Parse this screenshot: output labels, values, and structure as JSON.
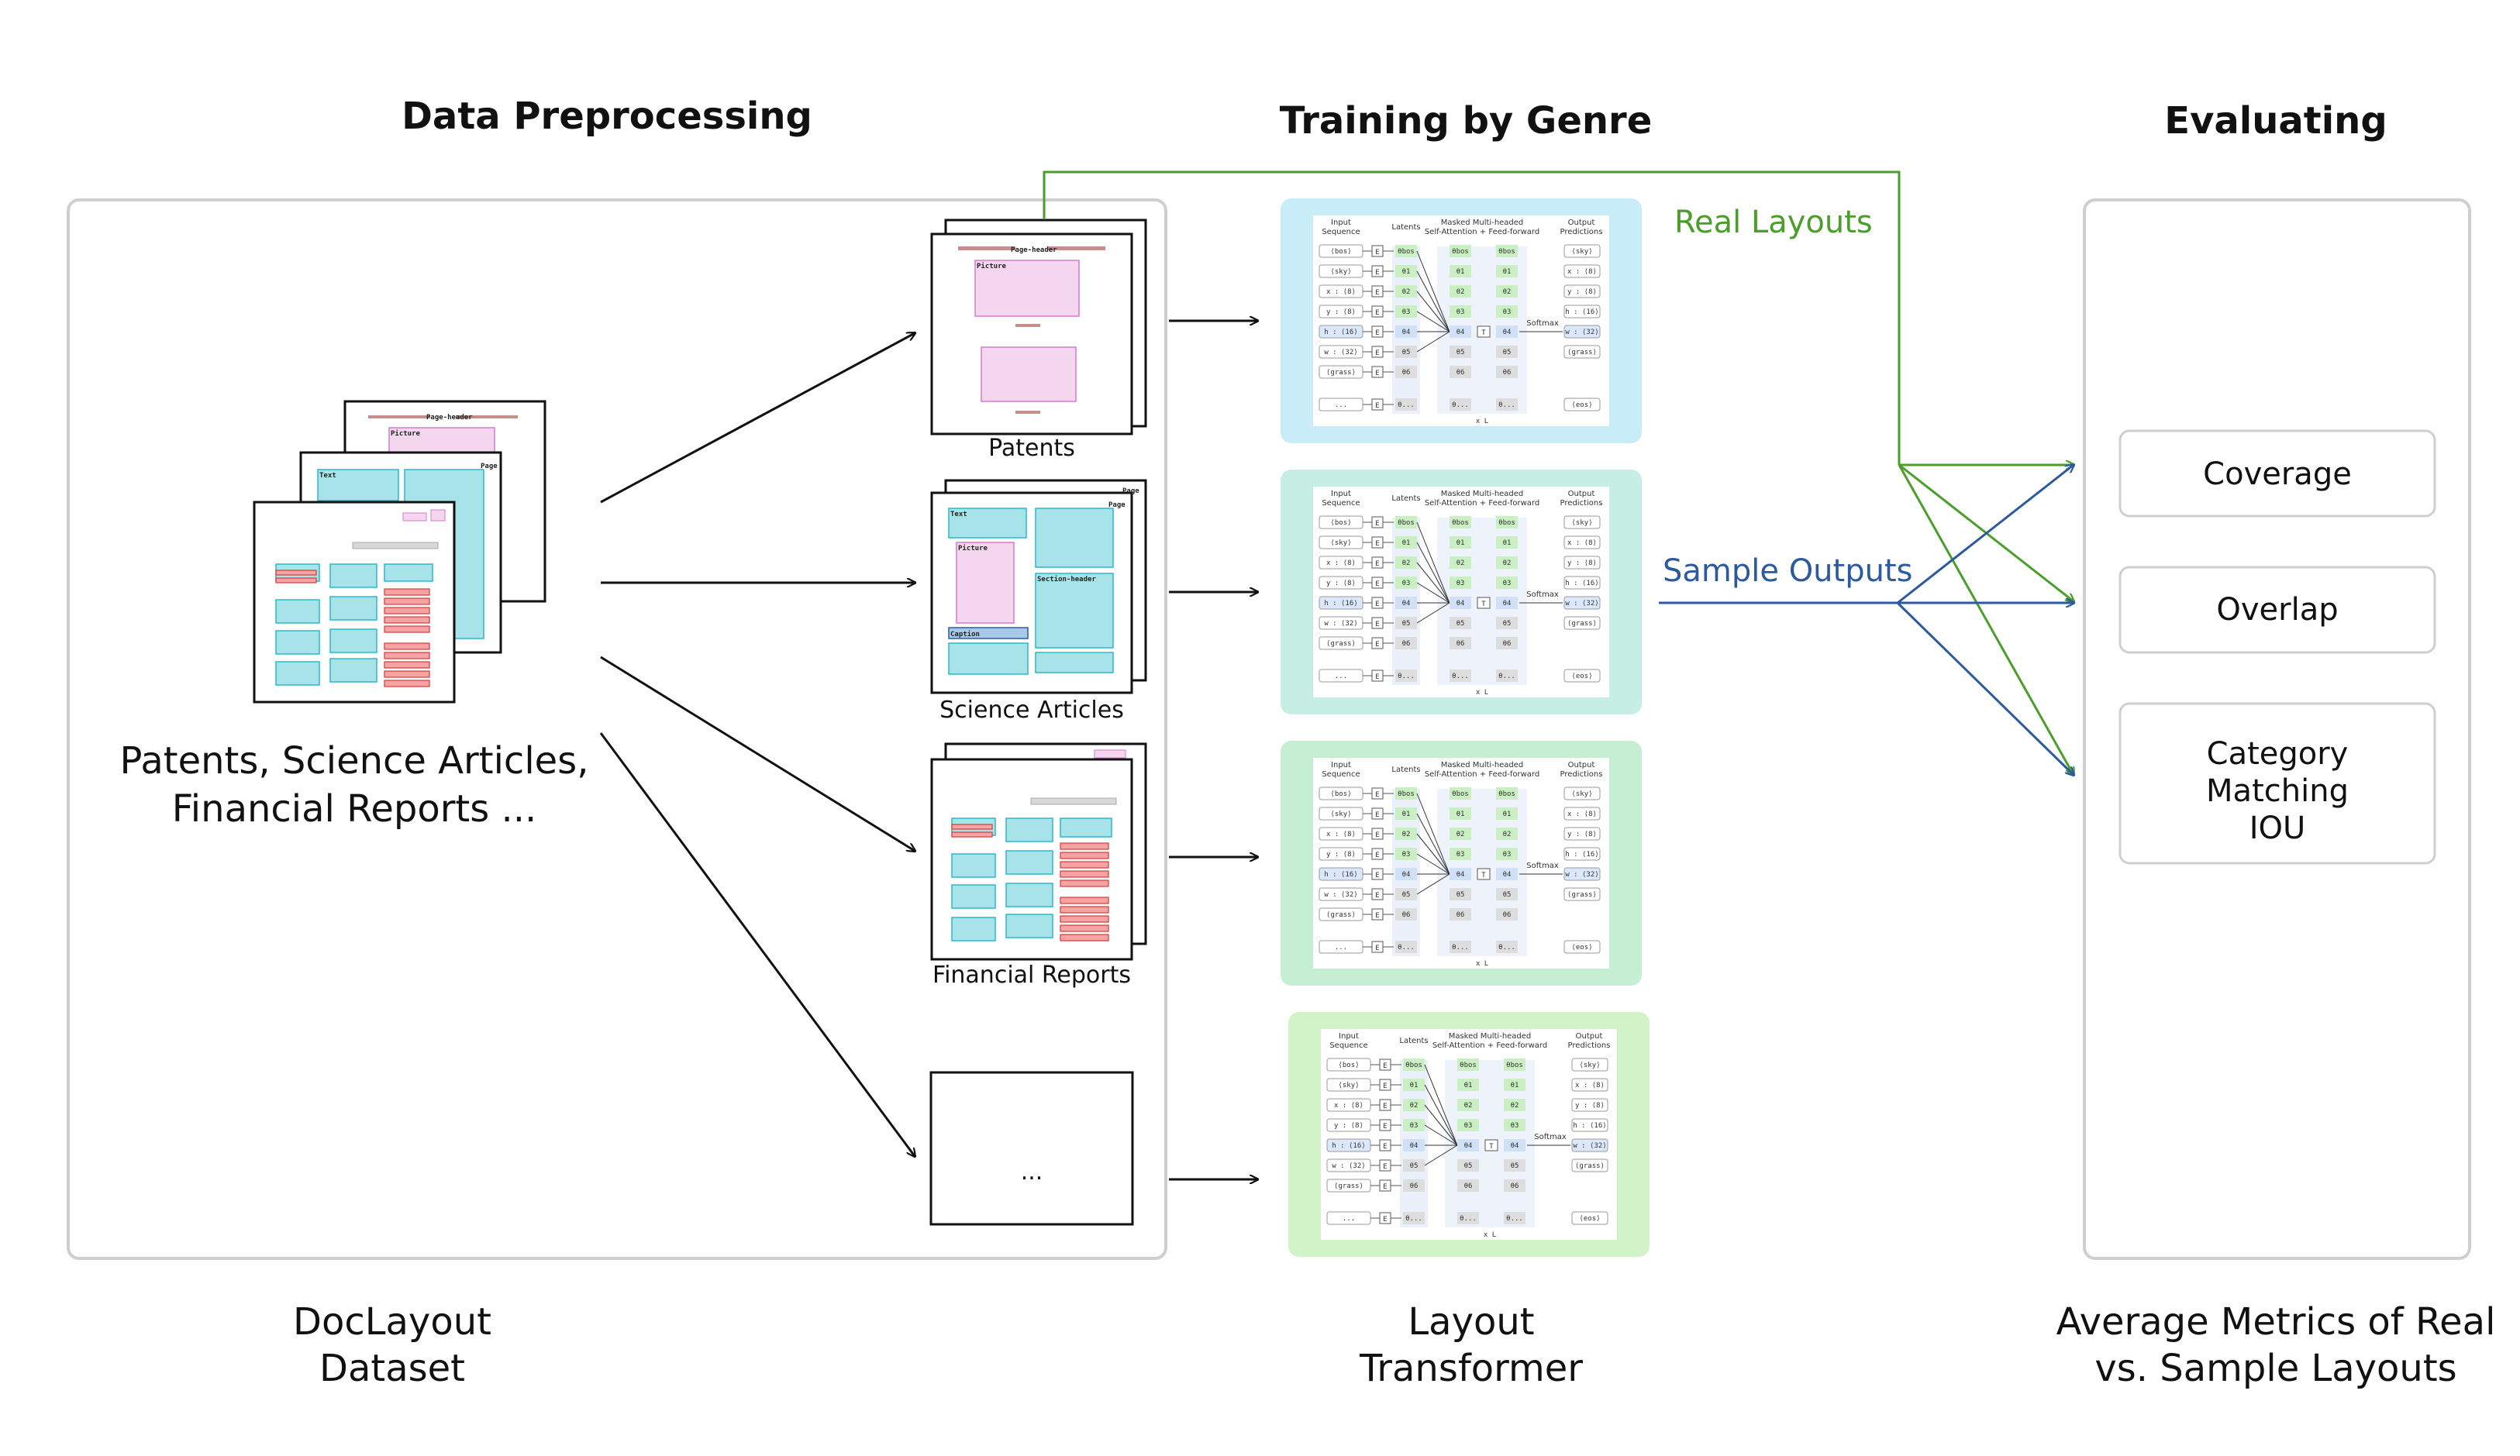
{
  "sections": {
    "preprocessing_title": "Data Preprocessing",
    "training_title": "Training by Genre",
    "evaluating_title": "Evaluating"
  },
  "dataset": {
    "genres_text_line1": "Patents, Science Articles,",
    "genres_text_line2": "Financial Reports ...",
    "caption_line1": "DocLayout",
    "caption_line2": "Dataset"
  },
  "genres": [
    {
      "name": "Patents"
    },
    {
      "name": "Science Articles"
    },
    {
      "name": "Financial Reports"
    },
    {
      "name": "..."
    }
  ],
  "doc_tags": {
    "page_header": "Page-header",
    "picture": "Picture",
    "text": "Text",
    "page": "Page",
    "section_header": "Section-header",
    "caption": "Caption"
  },
  "transformer": {
    "caption_line1": "Layout",
    "caption_line2": "Transformer",
    "input_header_1": "Input",
    "input_header_2": "Sequence",
    "latents_header": "Latents",
    "attn_header_1": "Masked Multi-headed",
    "attn_header_2": "Self-Attention + Feed-forward",
    "output_header_1": "Output",
    "output_header_2": "Predictions",
    "softmax": "Softmax",
    "inputs": [
      "⟨bos⟩",
      "⟨sky⟩",
      "x : ⟨8⟩",
      "y : ⟨8⟩",
      "h : ⟨16⟩",
      "w : ⟨32⟩",
      "⟨grass⟩",
      "..."
    ],
    "latents": [
      "θbos",
      "θ1",
      "θ2",
      "θ3",
      "θ4",
      "θ5",
      "θ6",
      "θ..."
    ],
    "outputs": [
      "⟨sky⟩",
      "x : ⟨8⟩",
      "y : ⟨8⟩",
      "h : ⟨16⟩",
      "w : ⟨32⟩",
      "⟨grass⟩",
      "⟨eos⟩"
    ],
    "embed_symbol": "E",
    "tau_symbol": "T",
    "bottom_note": "x  L"
  },
  "flows": {
    "real_label": "Real Layouts",
    "sample_label": "Sample Outputs"
  },
  "metrics": {
    "items": [
      {
        "lines": [
          "Coverage"
        ]
      },
      {
        "lines": [
          "Overlap"
        ]
      },
      {
        "lines": [
          "Category",
          "Matching",
          "IOU"
        ]
      }
    ],
    "caption_line1": "Average Metrics of Real",
    "caption_line2": "vs. Sample Layouts"
  },
  "colors": {
    "green": "#4a9e2a",
    "blue": "#2c5aa0",
    "panel_border": "#cfcfcf",
    "tf_bg_1": "#c8ecf8",
    "tf_bg_2": "#c6eee4",
    "tf_bg_3": "#c6eed2",
    "tf_bg_4": "#d2f2c8",
    "cyan_box": "#a9e3ea",
    "cyan_stroke": "#2bb8c8",
    "pink_box": "#f5d6ef",
    "pink_stroke": "#d77ad0",
    "red_box": "#f5a3a3",
    "red_stroke": "#d93a3a"
  }
}
